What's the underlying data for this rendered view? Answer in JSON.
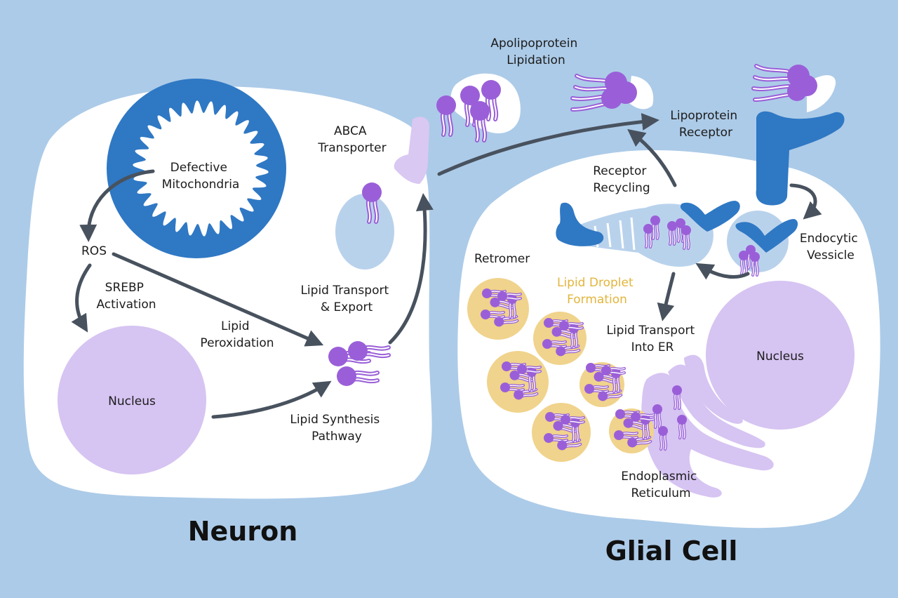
{
  "colors": {
    "background": "#accbe8",
    "cell": "#ffffff",
    "mitochondria": "#2f78c4",
    "nucleus": "#d6c4f2",
    "lipid": "#9a5fd8",
    "vesicle": "#b9d2ec",
    "transporter": "#d9c8f2",
    "droplet": "#f0d38c",
    "receptor": "#2f78c4",
    "arrow": "#48525e",
    "droplet_label": "#e2b53c"
  },
  "labels": {
    "defective_mitochondria": [
      "Defective",
      "Mitochondria"
    ],
    "ros": "ROS",
    "srebp_activation": [
      "SREBP",
      "Activation"
    ],
    "lipid_peroxidation": [
      "Lipid",
      "Peroxidation"
    ],
    "neuron_nucleus": "Nucleus",
    "lipid_synthesis_pathway": [
      "Lipid Synthesis",
      "Pathway"
    ],
    "abca_transporter": [
      "ABCA",
      "Transporter"
    ],
    "lipid_transport_export": [
      "Lipid Transport",
      "& Export"
    ],
    "apolipoprotein_lipidation": [
      "Apolipoprotein",
      "Lipidation"
    ],
    "lipoprotein_receptor": [
      "Lipoprotein",
      "Receptor"
    ],
    "receptor_recycling": [
      "Receptor",
      "Recycling"
    ],
    "endocytic_vessicle": [
      "Endocytic",
      "Vessicle"
    ],
    "retromer": "Retromer",
    "lipid_droplet_formation": [
      "Lipid Droplet",
      "Formation"
    ],
    "lipid_transport_into_er": [
      "Lipid Transport",
      "Into ER"
    ],
    "glial_nucleus": "Nucleus",
    "endoplasmic_reticulum": [
      "Endoplasmic",
      "Reticulum"
    ],
    "neuron": "Neuron",
    "glial_cell": "Glial Cell"
  }
}
